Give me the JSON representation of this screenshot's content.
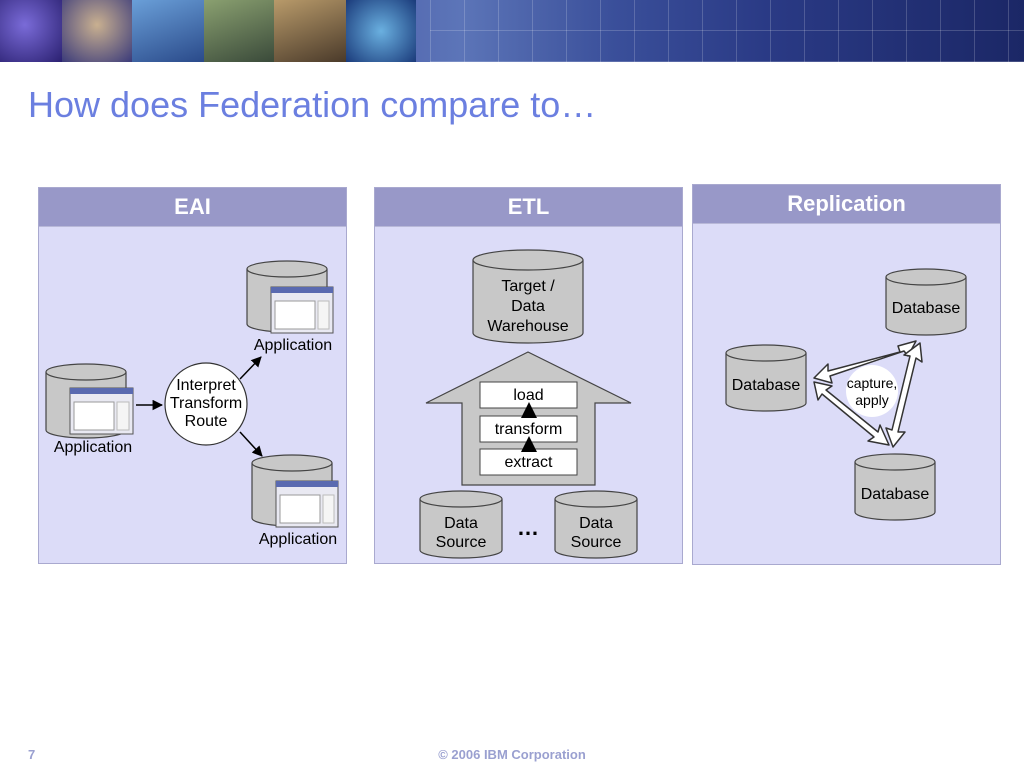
{
  "slide": {
    "title": "How does Federation compare to…",
    "page_number": "7",
    "copyright": "© 2006 IBM Corporation"
  },
  "eai": {
    "header": "EAI",
    "source_label": "Application",
    "hub_lines": [
      "Interpret",
      "Transform",
      "Route"
    ],
    "top_target_label": "Application",
    "bottom_target_label": "Application"
  },
  "etl": {
    "header": "ETL",
    "target_lines": [
      "Target /",
      "Data",
      "Warehouse"
    ],
    "steps": [
      "load",
      "transform",
      "extract"
    ],
    "source_left_lines": [
      "Data",
      "Source"
    ],
    "source_right_lines": [
      "Data",
      "Source"
    ],
    "ellipsis": "…"
  },
  "replication": {
    "header": "Replication",
    "db_left": "Database",
    "db_top": "Database",
    "db_bottom": "Database",
    "hub_lines": [
      "capture,",
      "apply"
    ]
  },
  "colors": {
    "title": "#6b7fe0",
    "panel_bg": "#dcdcf8",
    "panel_header": "#9898c8",
    "cylinder": "#c8c8c8"
  }
}
